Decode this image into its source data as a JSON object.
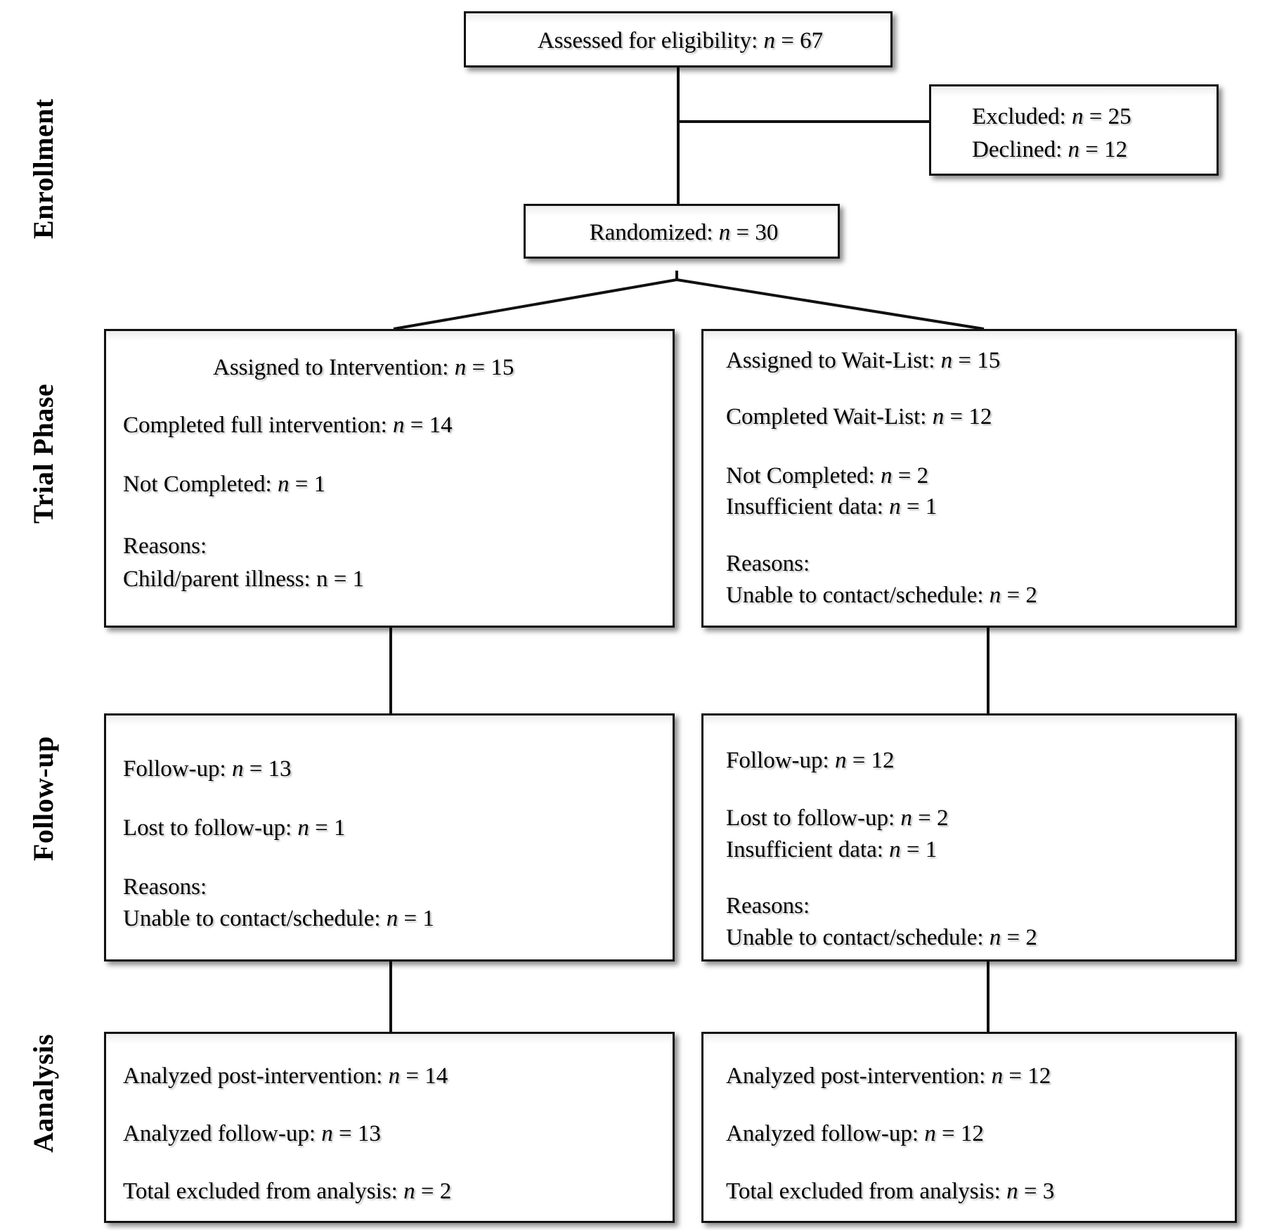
{
  "figure": {
    "type": "consort-flow-diagram",
    "title": "CONSORT participant flow diagram"
  },
  "stages": [
    {
      "name": "enrollment",
      "label": "Enrollment"
    },
    {
      "name": "trial-phase",
      "label": "Trial Phase"
    },
    {
      "name": "follow-up",
      "label": "Follow-up"
    },
    {
      "name": "analysis",
      "label": "Aanalysis"
    }
  ],
  "boxes": {
    "assessed": {
      "lines": [
        {
          "text": "Assessed for eligibility: ",
          "var": "n",
          "value": " = 67"
        }
      ]
    },
    "excluded": {
      "lines": [
        {
          "text": "Excluded: ",
          "var": "n",
          "value": " = 25"
        },
        {
          "text": "Declined: ",
          "var": "n",
          "value": " = 12"
        }
      ]
    },
    "randomized": {
      "lines": [
        {
          "text": "Randomized: ",
          "var": "n",
          "value": " = 30"
        }
      ]
    },
    "trial_intervention": {
      "lines": [
        {
          "text": "Assigned to Intervention: ",
          "var": "n",
          "value": " = 15"
        },
        {
          "text": "Completed full intervention: ",
          "var": "n",
          "value": " = 14"
        },
        {
          "text": "Not Completed: ",
          "var": "n",
          "value": " = 1"
        },
        {
          "text": "Reasons:",
          "var": "",
          "value": ""
        },
        {
          "text": "Child/parent illness: n = 1",
          "var": "",
          "value": ""
        }
      ]
    },
    "trial_waitlist": {
      "lines": [
        {
          "text": "Assigned to Wait-List: ",
          "var": "n",
          "value": " = 15"
        },
        {
          "text": "Completed Wait-List: ",
          "var": "n",
          "value": " = 12"
        },
        {
          "text": "Not Completed: ",
          "var": "n",
          "value": " = 2"
        },
        {
          "text": "Insufficient data: ",
          "var": "n",
          "value": " = 1"
        },
        {
          "text": "Reasons:",
          "var": "",
          "value": ""
        },
        {
          "text": "Unable to contact/schedule: ",
          "var": "n",
          "value": " = 2"
        }
      ]
    },
    "followup_intervention": {
      "lines": [
        {
          "text": "Follow-up: ",
          "var": "n",
          "value": " = 13"
        },
        {
          "text": "Lost to follow-up: ",
          "var": "n",
          "value": " = 1"
        },
        {
          "text": "Reasons:",
          "var": "",
          "value": ""
        },
        {
          "text": "Unable to contact/schedule: ",
          "var": "n",
          "value": " = 1"
        }
      ]
    },
    "followup_waitlist": {
      "lines": [
        {
          "text": "Follow-up: ",
          "var": "n",
          "value": " = 12"
        },
        {
          "text": "Lost to follow-up: ",
          "var": "n",
          "value": " = 2"
        },
        {
          "text": "Insufficient data: ",
          "var": "n",
          "value": " = 1"
        },
        {
          "text": "Reasons:",
          "var": "",
          "value": ""
        },
        {
          "text": "Unable to contact/schedule: ",
          "var": "n",
          "value": " = 2"
        }
      ]
    },
    "analysis_intervention": {
      "lines": [
        {
          "text": "Analyzed post-intervention: ",
          "var": "n",
          "value": " = 14"
        },
        {
          "text": "Analyzed follow-up: ",
          "var": "n",
          "value": " = 13"
        },
        {
          "text": "Total excluded from analysis: ",
          "var": "n",
          "value": " = 2"
        }
      ]
    },
    "analysis_waitlist": {
      "lines": [
        {
          "text": "Analyzed post-intervention: ",
          "var": "n",
          "value": " = 12"
        },
        {
          "text": "Analyzed follow-up: ",
          "var": "n",
          "value": " = 12"
        },
        {
          "text": "Total excluded from analysis: ",
          "var": "n",
          "value": " = 3"
        }
      ]
    }
  },
  "colors": {
    "border": "#111111",
    "text": "#000000",
    "background": "#ffffff"
  }
}
